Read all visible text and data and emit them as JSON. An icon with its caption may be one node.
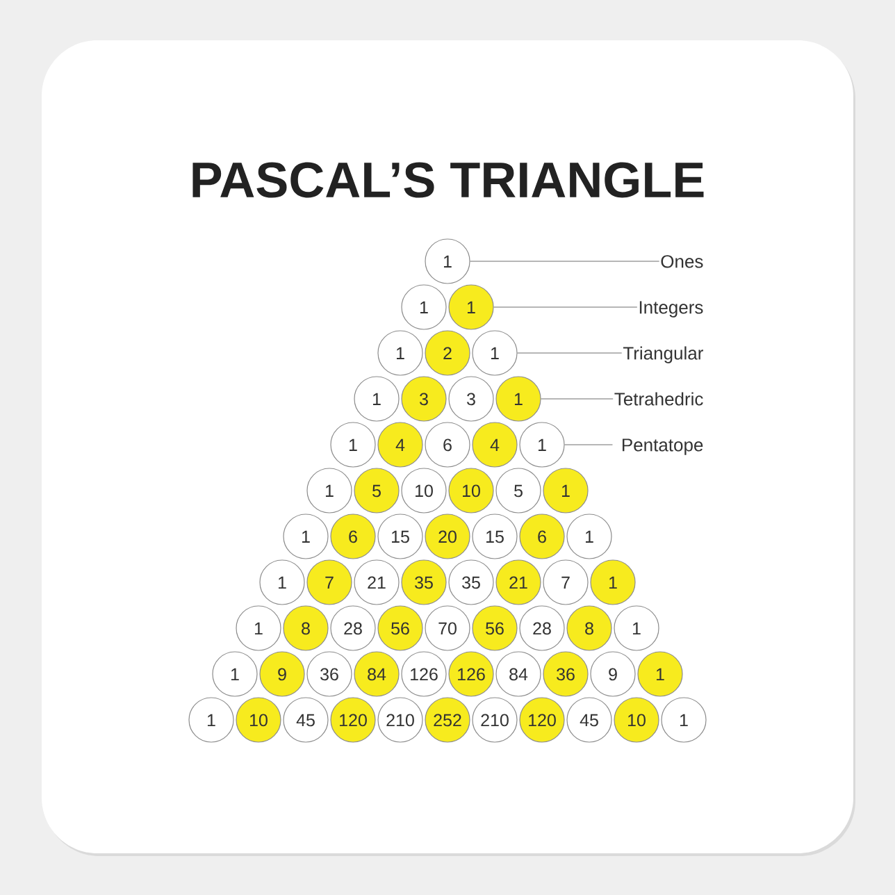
{
  "diagram": {
    "title": "PASCAL’S TRIANGLE",
    "nodes": [
      {
        "text": [
          "1"
        ]
      },
      {
        "text": [
          "Ones"
        ]
      },
      {
        "text": [
          "1"
        ]
      },
      {
        "text": [
          "1"
        ]
      },
      {
        "text": [
          "Integers"
        ]
      },
      {
        "text": [
          "1"
        ]
      },
      {
        "text": [
          "2"
        ]
      },
      {
        "text": [
          "1"
        ]
      },
      {
        "text": [
          "Triangular"
        ]
      },
      {
        "text": [
          "1"
        ]
      },
      {
        "text": [
          "3"
        ]
      },
      {
        "text": [
          "3"
        ]
      },
      {
        "text": [
          "1"
        ]
      },
      {
        "text": [
          "Tetrahedric"
        ]
      },
      {
        "text": [
          "1"
        ]
      },
      {
        "text": [
          "4"
        ]
      },
      {
        "text": [
          "6"
        ]
      },
      {
        "text": [
          "4"
        ]
      },
      {
        "text": [
          "1"
        ]
      },
      {
        "text": [
          "Pentatope"
        ]
      },
      {
        "text": [
          "1"
        ]
      },
      {
        "text": [
          "5"
        ]
      },
      {
        "text": [
          "10"
        ]
      },
      {
        "text": [
          "10"
        ]
      },
      {
        "text": [
          "5"
        ]
      },
      {
        "text": [
          "1"
        ]
      },
      {
        "text": [
          "1"
        ]
      },
      {
        "text": [
          "6"
        ]
      },
      {
        "text": [
          "15"
        ]
      },
      {
        "text": [
          "20"
        ]
      },
      {
        "text": [
          "15"
        ]
      },
      {
        "text": [
          "6"
        ]
      },
      {
        "text": [
          "1"
        ]
      },
      {
        "text": [
          "1"
        ]
      },
      {
        "text": [
          "7"
        ]
      },
      {
        "text": [
          "21"
        ]
      },
      {
        "text": [
          "35"
        ]
      },
      {
        "text": [
          "35"
        ]
      },
      {
        "text": [
          "21"
        ]
      },
      {
        "text": [
          "7"
        ]
      },
      {
        "text": [
          "1"
        ]
      },
      {
        "text": [
          "1"
        ]
      },
      {
        "text": [
          "8"
        ]
      },
      {
        "text": [
          "28"
        ]
      },
      {
        "text": [
          "56"
        ]
      },
      {
        "text": [
          "70"
        ]
      },
      {
        "text": [
          "56"
        ]
      },
      {
        "text": [
          "28"
        ]
      },
      {
        "text": [
          "8"
        ]
      },
      {
        "text": [
          "1"
        ]
      },
      {
        "text": [
          "1"
        ]
      },
      {
        "text": [
          "9"
        ]
      },
      {
        "text": [
          "36"
        ]
      },
      {
        "text": [
          "84"
        ]
      },
      {
        "text": [
          "126"
        ]
      },
      {
        "text": [
          "126"
        ]
      },
      {
        "text": [
          "84"
        ]
      },
      {
        "text": [
          "36"
        ]
      },
      {
        "text": [
          "9"
        ]
      },
      {
        "text": [
          "1"
        ]
      },
      {
        "text": [
          "1"
        ]
      },
      {
        "text": [
          "10"
        ]
      },
      {
        "text": [
          "45"
        ]
      },
      {
        "text": [
          "120"
        ]
      },
      {
        "text": [
          "210"
        ]
      },
      {
        "text": [
          "252"
        ]
      },
      {
        "text": [
          "210"
        ]
      },
      {
        "text": [
          "120"
        ]
      },
      {
        "text": [
          "45"
        ]
      },
      {
        "text": [
          "10"
        ]
      },
      {
        "text": [
          "1"
        ]
      }
    ],
    "edges": [
      {
        "from": 1,
        "to": 0,
        "arrow": "none"
      },
      {
        "from": 4,
        "to": 3,
        "arrow": "none"
      },
      {
        "from": 8,
        "to": 7,
        "arrow": "none"
      },
      {
        "from": 13,
        "to": 12,
        "arrow": "none"
      },
      {
        "from": 19,
        "to": 18,
        "arrow": "none"
      }
    ]
  }
}
